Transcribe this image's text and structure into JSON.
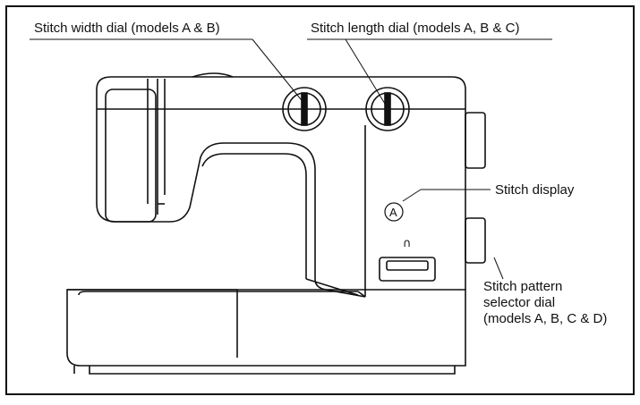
{
  "labels": {
    "stitch_width": "Stitch width dial (models A & B)",
    "stitch_length": "Stitch length dial (models A, B & C)",
    "stitch_display": "Stitch display",
    "stitch_pattern_lines": [
      "Stitch pattern",
      "selector  dial",
      "(models A, B, C & D)"
    ]
  },
  "markers": {
    "display_letter": "A",
    "reverse_symbol": "∩"
  },
  "colors": {
    "line": "#111111",
    "background": "#ffffff"
  }
}
